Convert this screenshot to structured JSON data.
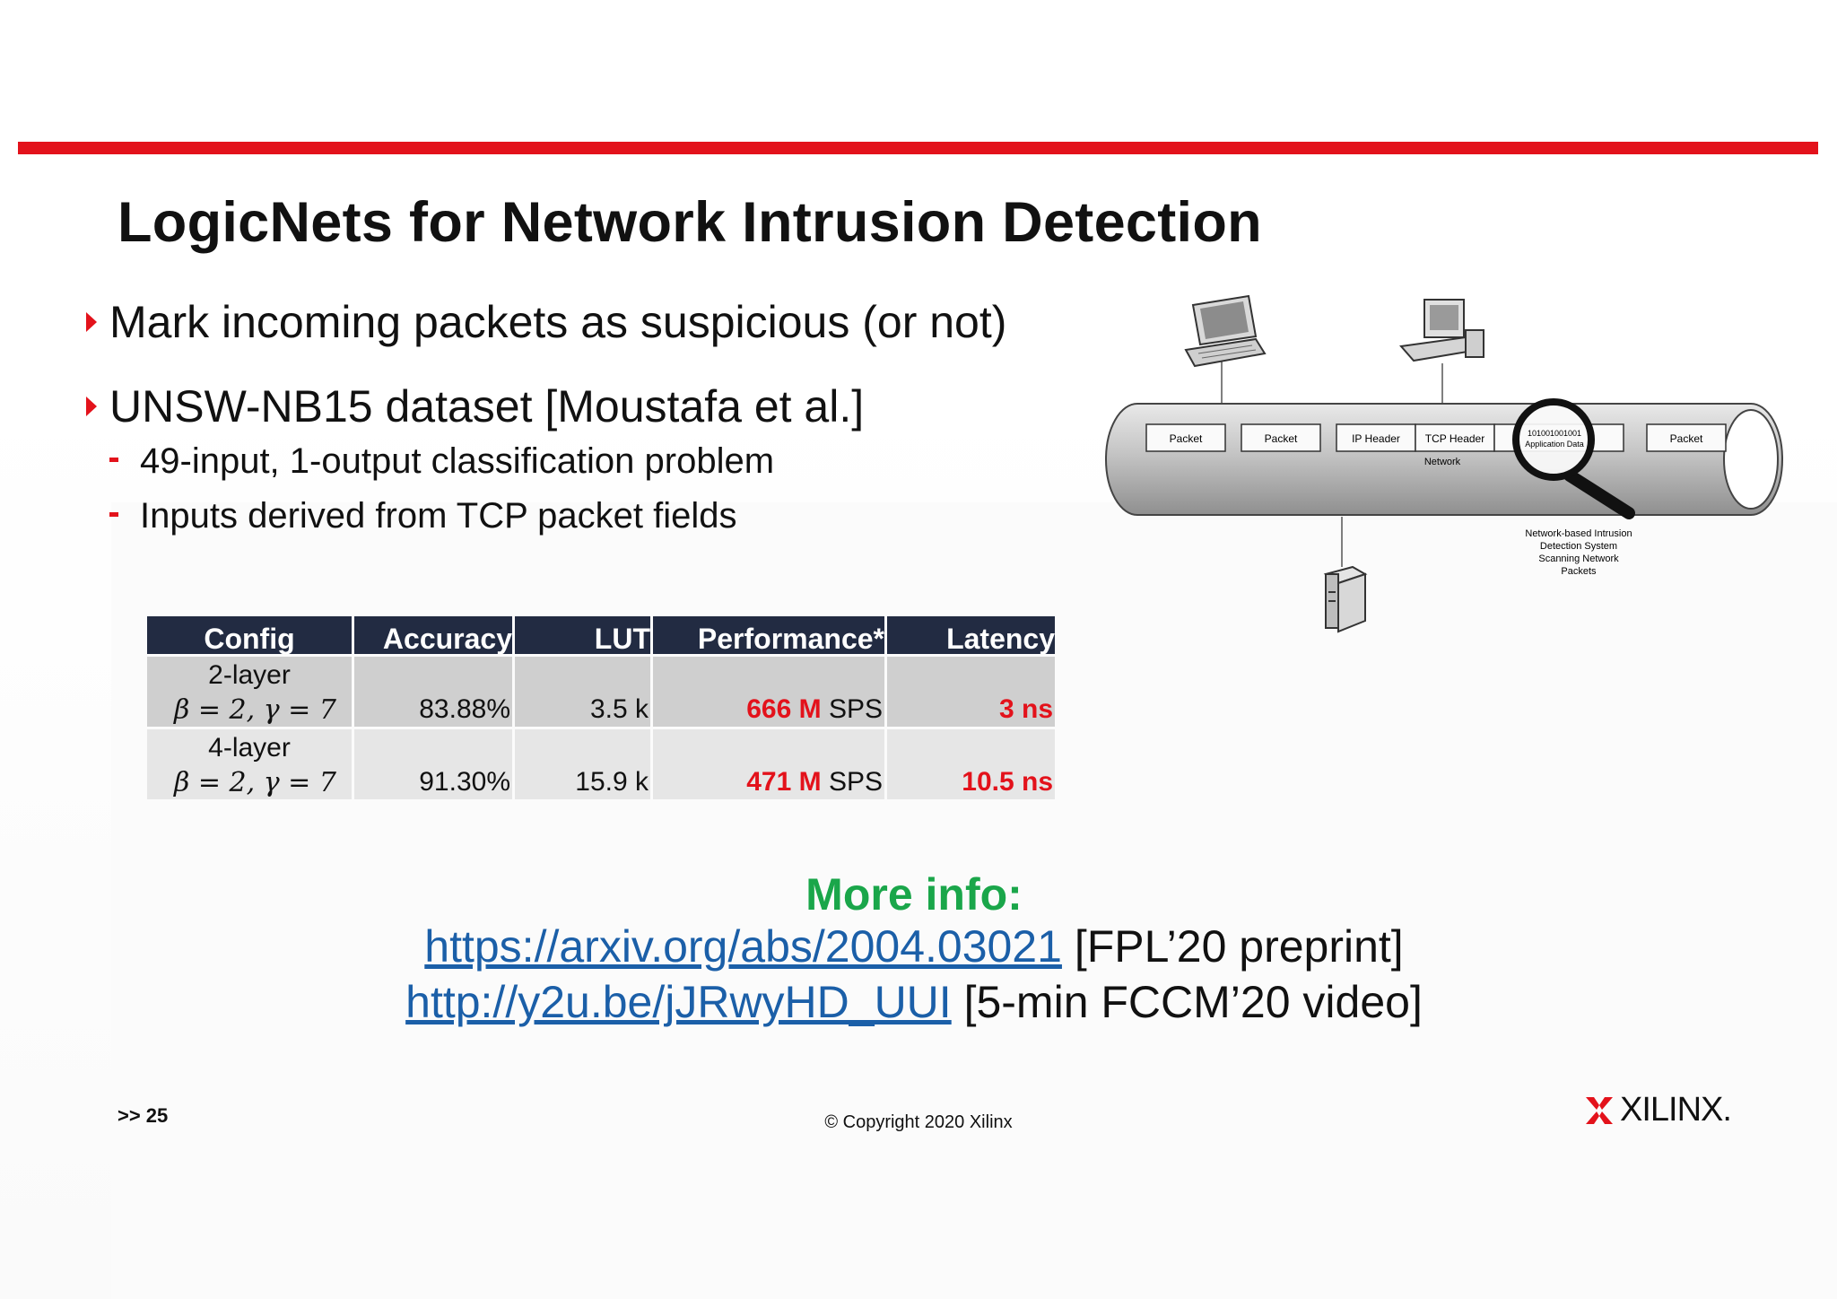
{
  "title": "LogicNets for Network Intrusion Detection",
  "bullets": [
    "Mark incoming packets as suspicious (or not)",
    "UNSW-NB15 dataset [Moustafa et al.]"
  ],
  "sub_bullets": [
    "49-input, 1-output classification problem",
    "Inputs derived from TCP packet fields"
  ],
  "table": {
    "headers": [
      "Config",
      "Accuracy",
      "LUT",
      "Performance*",
      "Latency"
    ],
    "rows": [
      {
        "config_name": "2-layer",
        "config_params": "β = 2, γ = 7",
        "accuracy": "83.88%",
        "lut": "3.5 k",
        "perf_value": "666 M",
        "perf_unit": " SPS",
        "latency": "3 ns"
      },
      {
        "config_name": "4-layer",
        "config_params": "β = 2, γ = 7",
        "accuracy": "91.30%",
        "lut": "15.9 k",
        "perf_value": "471 M",
        "perf_unit": " SPS",
        "latency": "10.5 ns"
      }
    ]
  },
  "diagram": {
    "packets": [
      "Packet",
      "Packet",
      "IP Header",
      "TCP Header",
      "Packet"
    ],
    "network_label": "Network",
    "magnifier_text": [
      "101001001001",
      "Application Data"
    ],
    "ids_caption": [
      "Network-based Intrusion",
      "Detection System",
      "Scanning Network",
      "Packets"
    ]
  },
  "more_info": {
    "heading": "More info:",
    "link1": "https://arxiv.org/abs/2004.03021",
    "link1_note": " [FPL’20 preprint]",
    "link2": "http://y2u.be/jJRwyHD_UUI",
    "link2_note": " [5-min FCCM’20 video]"
  },
  "footer": {
    "page": ">> 25",
    "copyright": "© Copyright 2020 Xilinx",
    "logo": "XILINX."
  },
  "colors": {
    "accent_red": "#e3121b",
    "table_header": "#222b42",
    "link_blue": "#1b5fa8",
    "more_info_green": "#1aa64a"
  }
}
